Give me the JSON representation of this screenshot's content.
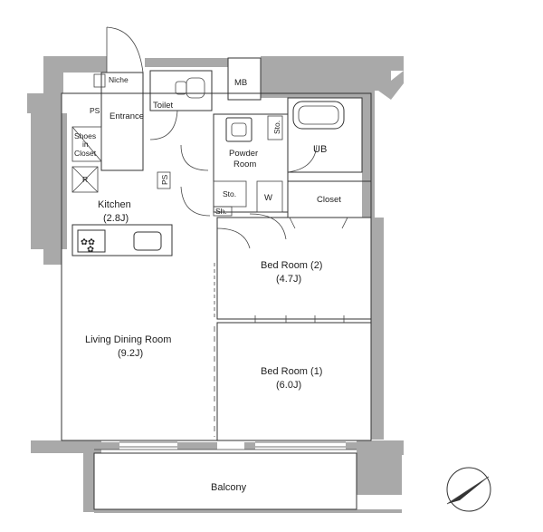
{
  "rooms": {
    "niche": "Niche",
    "ps_left": "PS",
    "entrance": "Entrance",
    "shoes_closet_line1": "Shoes",
    "shoes_closet_line2": "in",
    "shoes_closet_line3": "Closet",
    "toilet": "Toilet",
    "mb": "MB",
    "sto_top": "Sto.",
    "ub": "UB",
    "powder_room_line1": "Powder",
    "powder_room_line2": "Room",
    "r_symbol": "R",
    "ps_small": "PS",
    "sto_bottom": "Sto.",
    "w": "W",
    "closet": "Closet",
    "sh": "Sh.",
    "kitchen": "Kitchen",
    "kitchen_size": "(2.8J)",
    "bedroom2": "Bed Room (2)",
    "bedroom2_size": "(4.7J)",
    "living": "Living Dining Room",
    "living_size": "(9.2J)",
    "bedroom1": "Bed Room (1)",
    "bedroom1_size": "(6.0J)",
    "balcony": "Balcony"
  },
  "icons": {
    "north_arrow": "north-arrow-icon",
    "stove": "stove-icon",
    "toilet": "toilet-icon",
    "bathtub": "bathtub-icon",
    "sink": "sink-icon",
    "washbasin": "washbasin-icon"
  },
  "colors": {
    "wall": "#a9a9a9",
    "line": "#333333",
    "background": "#ffffff"
  }
}
